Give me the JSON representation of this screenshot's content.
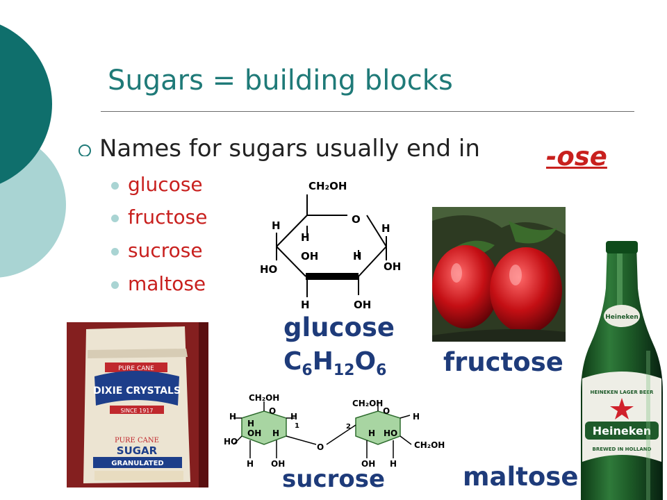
{
  "slide": {
    "title": "Sugars = building blocks",
    "bullet": "Names for sugars usually end in",
    "suffix": "-ose",
    "items": [
      "glucose",
      "fructose",
      "sucrose",
      "maltose"
    ]
  },
  "glucose_diagram": {
    "ch2oh": "CH₂OH",
    "o": "O",
    "h_left": "H",
    "h_inner1": "H",
    "oh_inner": "OH",
    "h_inner2": "H",
    "h_right": "H",
    "ho": "HO",
    "oh_right": "OH",
    "h_bottom": "H",
    "oh_bottom": "OH"
  },
  "labels": {
    "glucose": "glucose",
    "formula": {
      "c": "C",
      "c_sub": "6",
      "h": "H",
      "h_sub": "12",
      "o": "O",
      "o_sub": "6"
    },
    "fructose": "fructose",
    "sucrose": "sucrose",
    "maltose": "maltose"
  },
  "sucrose_diagram": {
    "left_ch2oh": "CH₂OH",
    "right_ch2oh": "CH₂OH",
    "right_ch2oh2": "CH₂OH",
    "o": "O",
    "ho": "HO",
    "h": "H",
    "oh": "OH",
    "num1": "1",
    "num2": "2"
  },
  "images": {
    "sugar_bag_text": [
      "PURE CANE",
      "DIXIE CRYSTALS",
      "SINCE 1917",
      "PURE CANE",
      "SUGAR",
      "GRANULATED"
    ],
    "bottle_text": [
      "Heineken",
      "HEINEKEN LAGER BEER",
      "BREWED IN HOLLAND"
    ]
  },
  "colors": {
    "teal_dark": "#0f6f6c",
    "teal_light": "#8fc9c8",
    "title": "#1f7a78",
    "red": "#c8201e",
    "navy": "#1e3b7a"
  }
}
